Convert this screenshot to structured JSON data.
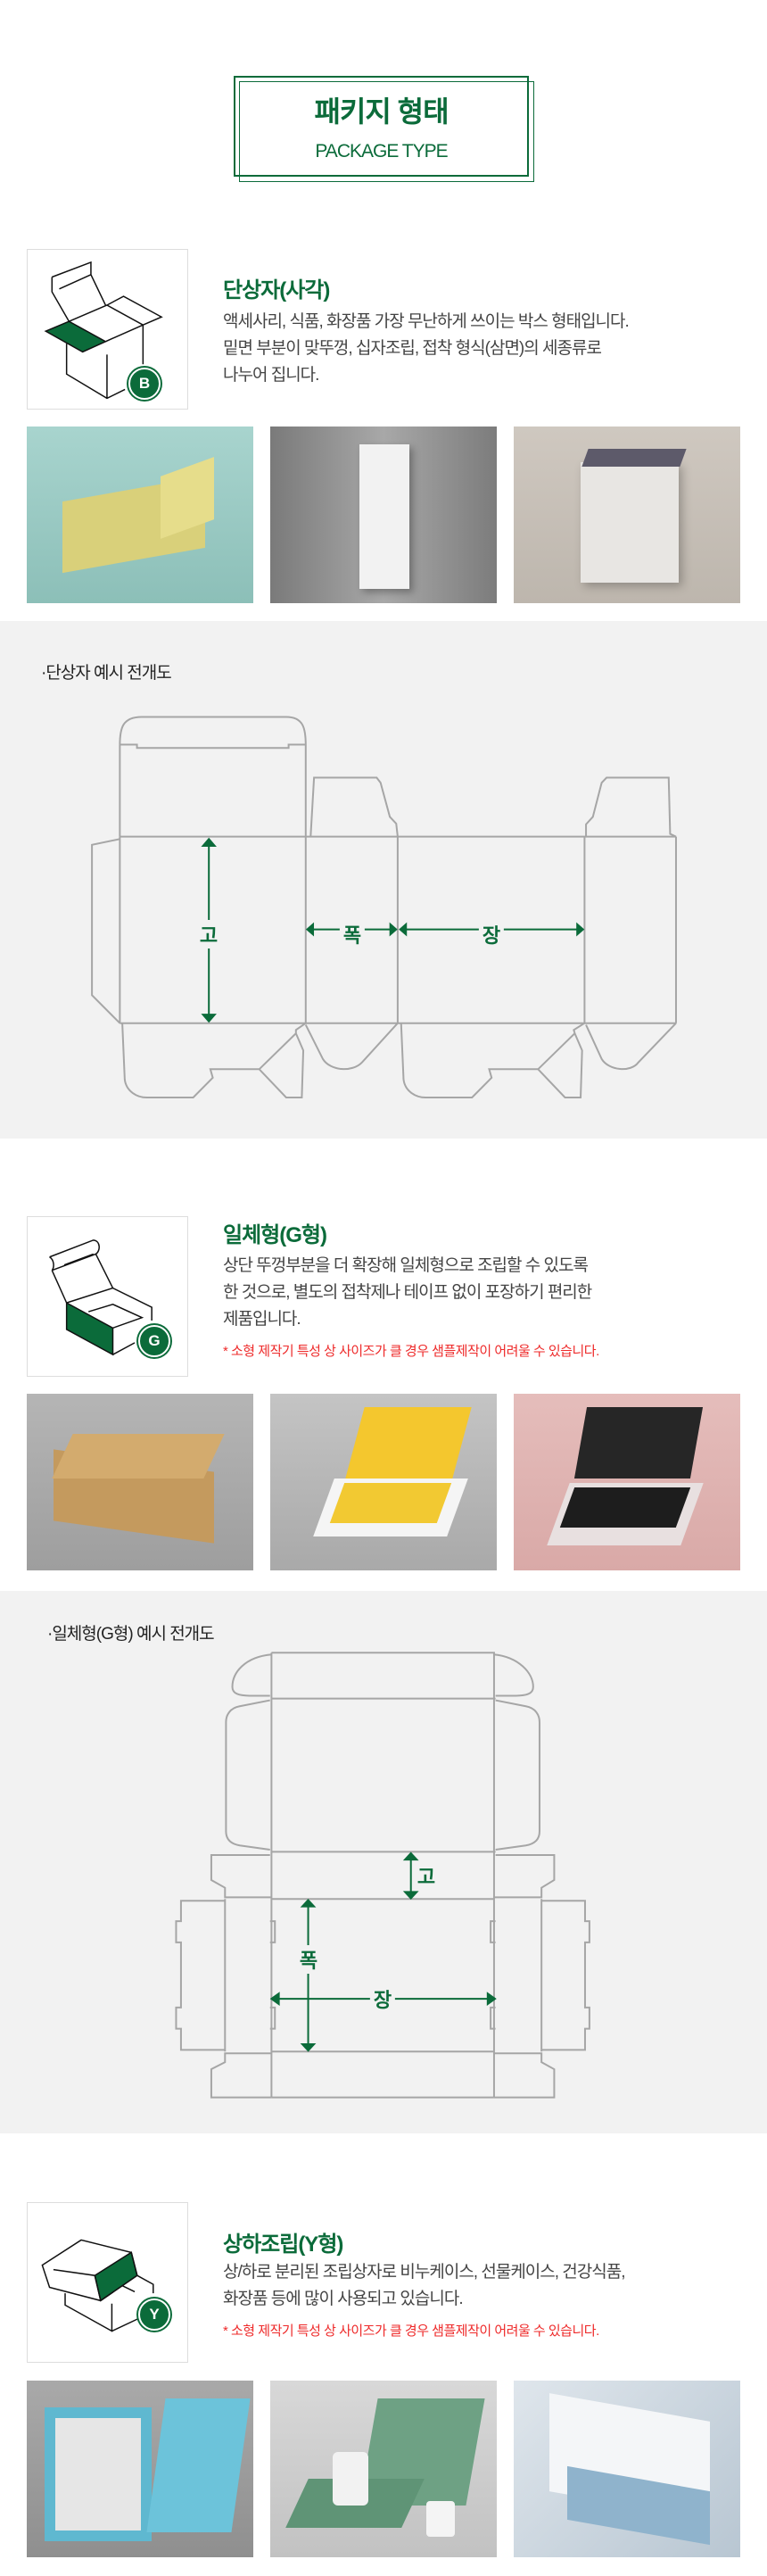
{
  "header": {
    "title": "패키지 형태",
    "subtitle": "PACKAGE TYPE"
  },
  "colors": {
    "brand": "#0b6b3a",
    "note": "#ee2a2a",
    "dieline": "#a6a6a6",
    "panel_bg": "#f2f2f2"
  },
  "sections": [
    {
      "badge": "B",
      "icon": "single-box-icon",
      "title": "단상자(사각)",
      "lines": [
        "액세사리, 식품, 화장품 가장 무난하게 쓰이는 박스 형태입니다.",
        "밑면 부분이 맞뚜껑, 십자조립, 접착 형식(삼면)의 세종류로",
        "나누어 집니다."
      ],
      "note": ""
    },
    {
      "badge": "G",
      "icon": "one-piece-box-icon",
      "title": "일체형(G형)",
      "lines": [
        "상단 뚜껑부분을 더 확장해 일체형으로 조립할 수 있도록",
        "한 것으로, 별도의 접착제나 테이프 없이 포장하기 편리한",
        "제품입니다."
      ],
      "note": "* 소형 제작기 특성 상 사이즈가 클 경우 샘플제작이 어려울 수 있습니다."
    },
    {
      "badge": "Y",
      "icon": "lid-base-box-icon",
      "title": "상하조립(Y형)",
      "lines": [
        "상/하로 분리된 조립상자로 비누케이스, 선물케이스, 건강식품,",
        "화장품 등에 많이 사용되고 있습니다."
      ],
      "note": "* 소형 제작기 특성 상 사이즈가 클 경우 샘플제작이 어려울 수 있습니다."
    }
  ],
  "dielines": [
    {
      "title": "·단상자 예시 전개도",
      "height_label": "고",
      "width_label": "폭",
      "length_label": "장"
    },
    {
      "title": "·일체형(G형) 예시 전개도",
      "height_label": "고",
      "width_label": "폭",
      "length_label": "장"
    }
  ]
}
